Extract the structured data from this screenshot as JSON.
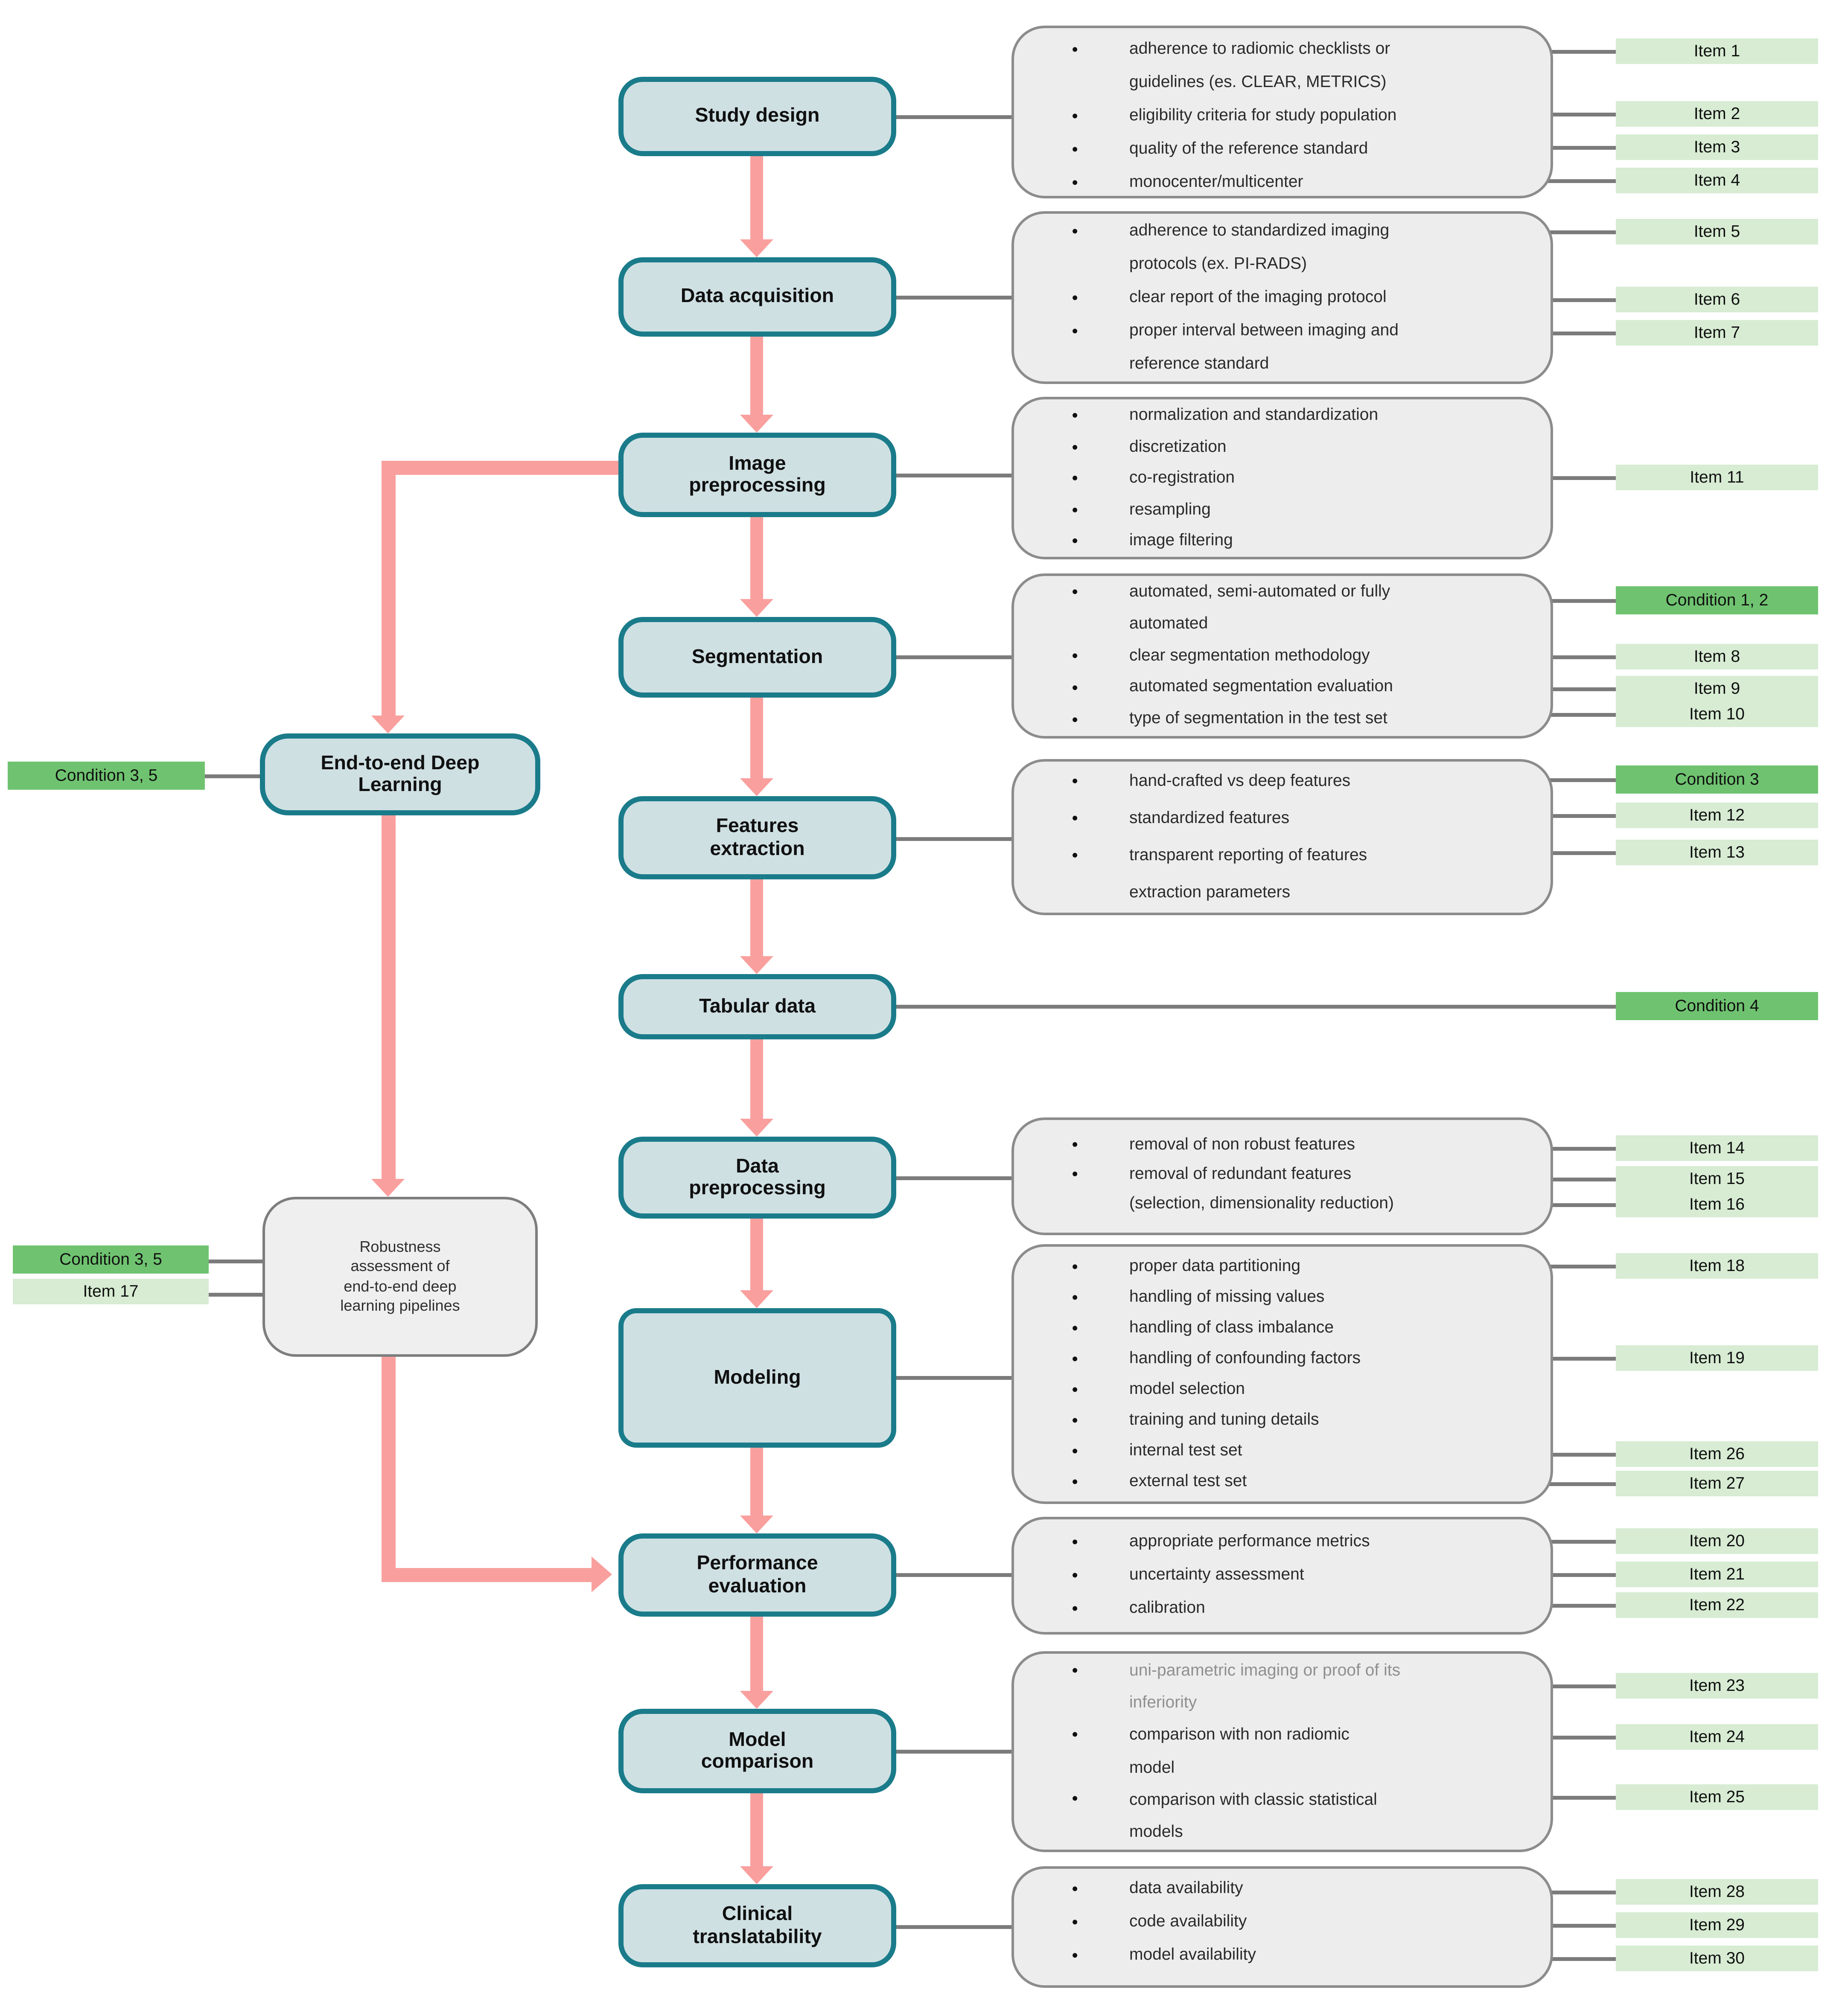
{
  "colors": {
    "stage_fill": "#cfe0e3",
    "stage_border": "#1a7b8a",
    "detail_fill": "#ededed",
    "detail_border": "#8c8c8c",
    "item_tag_bg": "#d7ecd3",
    "condition_tag_bg": "#6fc370",
    "flow_arrow_pink": "#f9a09e",
    "connector_gray": "#7b7b7b",
    "muted_text": "#8f8f8f"
  },
  "stages": [
    {
      "label": "Study design",
      "lines": [
        "adherence to radiomic checklists or",
        "guidelines (es. CLEAR, METRICS)",
        "eligibility criteria for study population",
        "quality of the reference standard",
        "monocenter/multicenter"
      ]
    },
    {
      "label": "Data acquisition",
      "lines": [
        "adherence to standardized imaging",
        "protocols (ex. PI-RADS)",
        "clear report of the imaging protocol",
        "proper interval between imaging and",
        "reference standard"
      ]
    },
    {
      "label": "Image\npreprocessing",
      "lines": [
        "normalization and standardization",
        "discretization",
        "co-registration",
        "resampling",
        "image filtering"
      ]
    },
    {
      "label": "Segmentation",
      "lines": [
        "automated, semi-automated or fully",
        "automated",
        "clear segmentation methodology",
        "automated segmentation evaluation",
        "type of segmentation in the test set"
      ]
    },
    {
      "label": "Features\nextraction",
      "lines": [
        "hand-crafted vs deep features",
        "standardized features",
        "transparent reporting of features",
        "extraction parameters"
      ]
    },
    {
      "label": "Tabular data",
      "lines": []
    },
    {
      "label": "Data\npreprocessing",
      "lines": [
        "removal of non robust features",
        "removal of redundant features",
        "(selection, dimensionality reduction)"
      ]
    },
    {
      "label": "Modeling",
      "lines": [
        "proper data partitioning",
        "handling of missing values",
        "handling of class imbalance",
        "handling of confounding factors",
        "model selection",
        "training and tuning details",
        "internal test set",
        "external test set"
      ]
    },
    {
      "label": "Performance\nevaluation",
      "lines": [
        "appropriate performance metrics",
        "uncertainty assessment",
        "calibration"
      ]
    },
    {
      "label": "Model\ncomparison",
      "lines": [
        "uni-parametric imaging or proof of its",
        "inferiority",
        "comparison with non radiomic",
        "model",
        "comparison with classic statistical",
        "models"
      ]
    },
    {
      "label": "Clinical\ntranslatability",
      "lines": [
        "data availability",
        "code availability",
        "model availability"
      ]
    }
  ],
  "branch": {
    "end_to_end_label": "End-to-end Deep\nLearning",
    "robustness_label": "Robustness\nassessment of\nend-to-end deep\nlearning pipelines"
  },
  "tags": [
    {
      "text": "Item 1",
      "type": "item"
    },
    {
      "text": "Item 2",
      "type": "item"
    },
    {
      "text": "Item 3",
      "type": "item"
    },
    {
      "text": "Item 4",
      "type": "item"
    },
    {
      "text": "Item 5",
      "type": "item"
    },
    {
      "text": "Item 6",
      "type": "item"
    },
    {
      "text": "Item 7",
      "type": "item"
    },
    {
      "text": "Item 11",
      "type": "item"
    },
    {
      "text": "Condition 1, 2",
      "type": "condition"
    },
    {
      "text": "Item 8",
      "type": "item"
    },
    {
      "text": "Item 9",
      "type": "item"
    },
    {
      "text": "Item 10",
      "type": "item"
    },
    {
      "text": "Condition 3",
      "type": "condition"
    },
    {
      "text": "Item 12",
      "type": "item"
    },
    {
      "text": "Item 13",
      "type": "item"
    },
    {
      "text": "Condition 4",
      "type": "condition"
    },
    {
      "text": "Item 14",
      "type": "item"
    },
    {
      "text": "Item 15",
      "type": "item"
    },
    {
      "text": "Item 16",
      "type": "item"
    },
    {
      "text": "Item 18",
      "type": "item"
    },
    {
      "text": "Item 19",
      "type": "item"
    },
    {
      "text": "Item 26",
      "type": "item"
    },
    {
      "text": "Item 27",
      "type": "item"
    },
    {
      "text": "Item 20",
      "type": "item"
    },
    {
      "text": "Item 21",
      "type": "item"
    },
    {
      "text": "Item 22",
      "type": "item"
    },
    {
      "text": "Item 23",
      "type": "item"
    },
    {
      "text": "Item 24",
      "type": "item"
    },
    {
      "text": "Item 25",
      "type": "item"
    },
    {
      "text": "Item 28",
      "type": "item"
    },
    {
      "text": "Item 29",
      "type": "item"
    },
    {
      "text": "Item 30",
      "type": "item"
    },
    {
      "text": "Condition 3, 5",
      "type": "condition"
    },
    {
      "text": "Condition 3, 5",
      "type": "condition"
    },
    {
      "text": "Item 17",
      "type": "item"
    }
  ]
}
